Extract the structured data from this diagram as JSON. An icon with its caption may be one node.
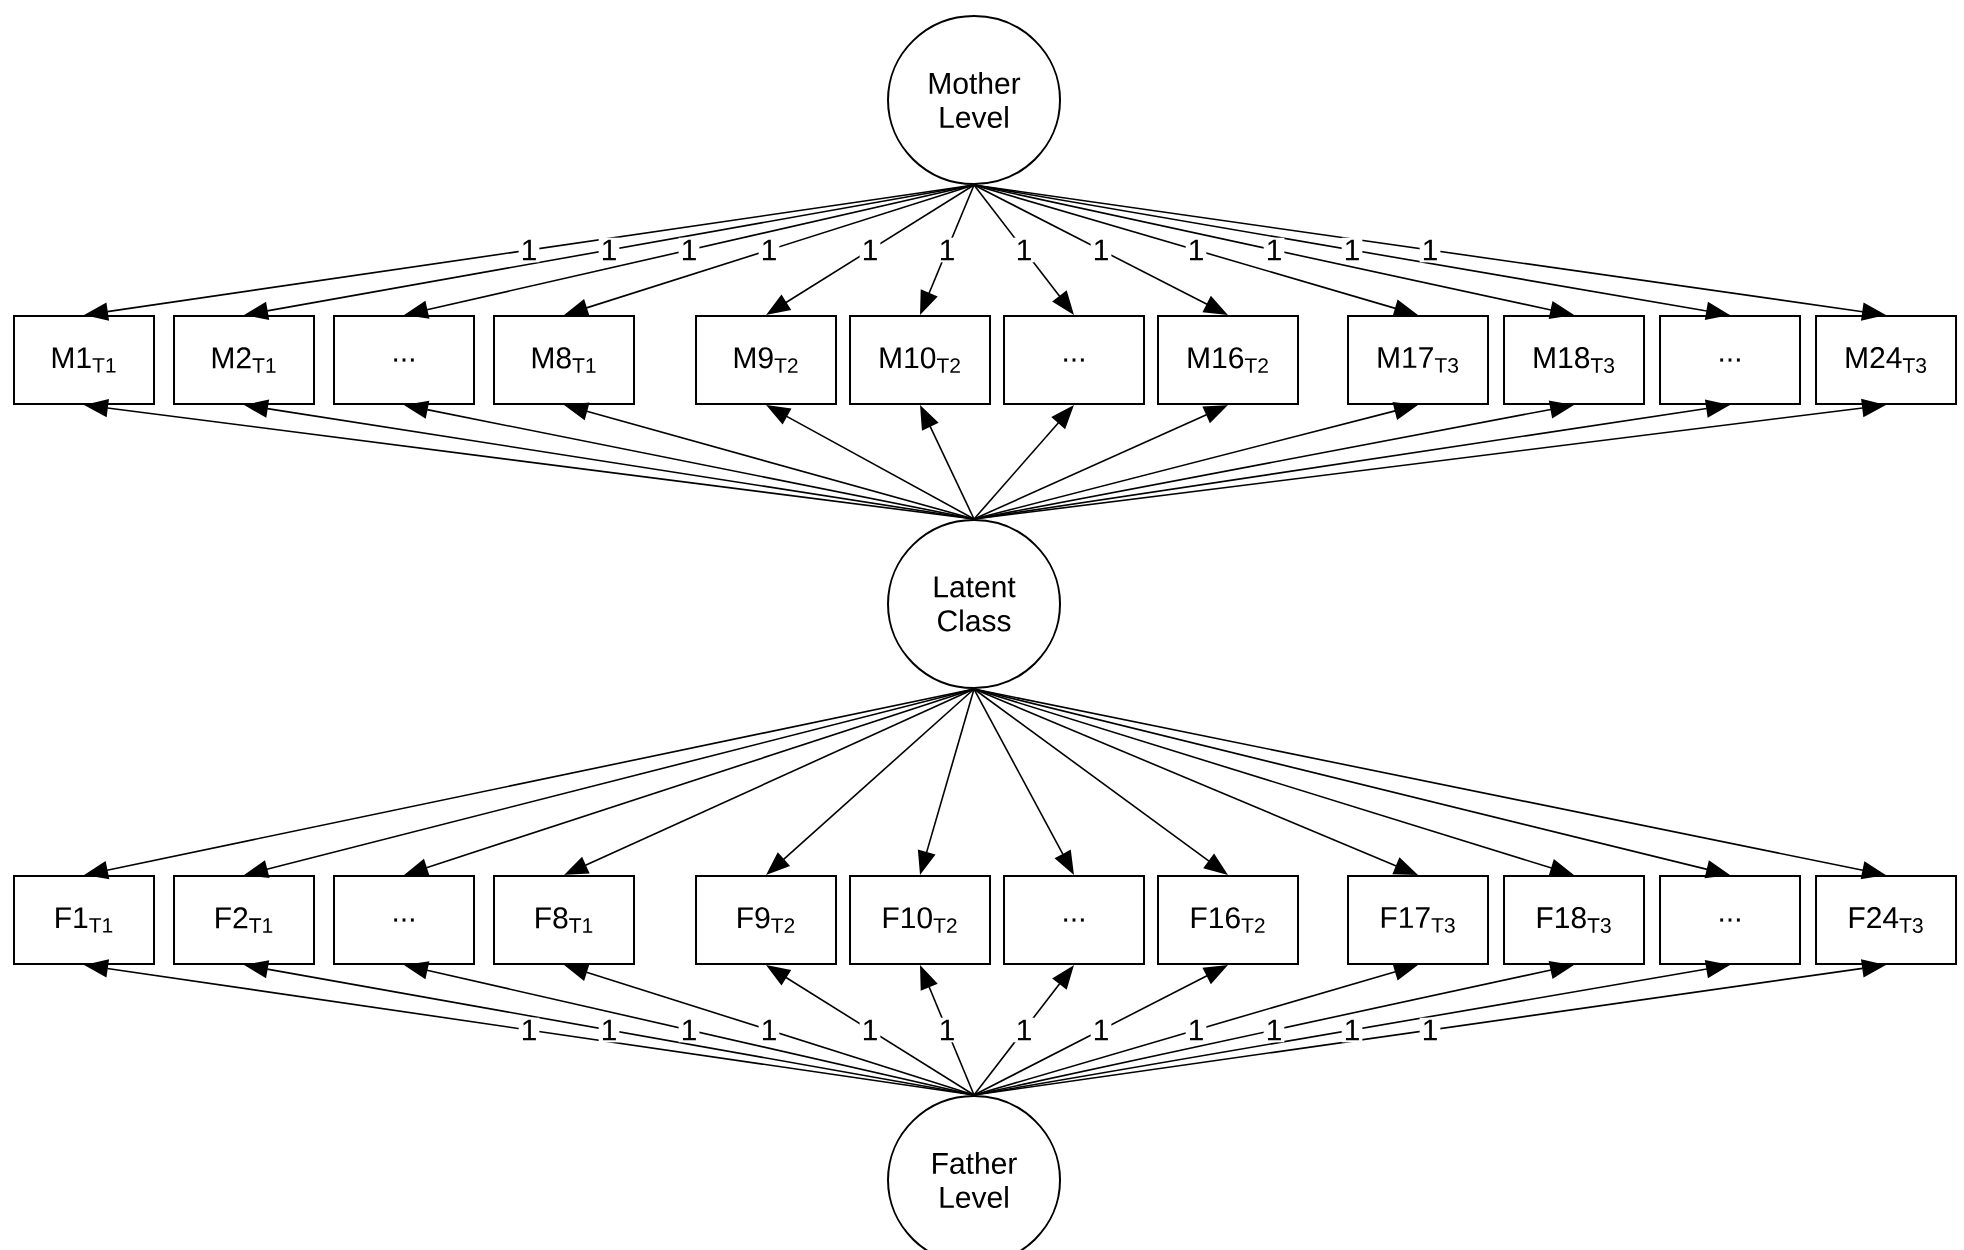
{
  "diagram": {
    "nodes": [
      {
        "text": [
          "Mother Level"
        ]
      },
      {
        "text": [
          "M1$_{T1}$"
        ]
      },
      {
        "text": [
          "M2$_{T1}$"
        ]
      },
      {
        "text": [
          "..."
        ]
      },
      {
        "text": [
          "M8$_{T1}$"
        ]
      },
      {
        "text": [
          "M9$_{T2}$"
        ]
      },
      {
        "text": [
          "M10$_{T2}$"
        ]
      },
      {
        "text": [
          "..."
        ]
      },
      {
        "text": [
          "M16$_{T2}$"
        ]
      },
      {
        "text": [
          "M17$_{T3}$"
        ]
      },
      {
        "text": [
          "M18$_{T3}$"
        ]
      },
      {
        "text": [
          "..."
        ]
      },
      {
        "text": [
          "M24$_{T3}$"
        ]
      },
      {
        "text": [
          "Latent Class"
        ]
      },
      {
        "text": [
          "F1$_{T1}$"
        ]
      },
      {
        "text": [
          "F2$_{T1}$"
        ]
      },
      {
        "text": [
          "..."
        ]
      },
      {
        "text": [
          "F8$_{T1}$"
        ]
      },
      {
        "text": [
          "F9$_{T2}$"
        ]
      },
      {
        "text": [
          "F10$_{T2}$"
        ]
      },
      {
        "text": [
          "..."
        ]
      },
      {
        "text": [
          "F16$_{T2}$"
        ]
      },
      {
        "text": [
          "F17$_{T3}$"
        ]
      },
      {
        "text": [
          "F18$_{T3}$"
        ]
      },
      {
        "text": [
          "..."
        ]
      },
      {
        "text": [
          "F24$_{T3}$"
        ]
      },
      {
        "text": [
          "Father Level"
        ]
      }
    ],
    "edges": [
      {
        "from": 0,
        "to": 1,
        "arrow": "to",
        "label": "1"
      },
      {
        "from": 0,
        "to": 2,
        "arrow": "to",
        "label": "1"
      },
      {
        "from": 0,
        "to": 3,
        "arrow": "to",
        "label": "1"
      },
      {
        "from": 0,
        "to": 4,
        "arrow": "to",
        "label": "1"
      },
      {
        "from": 0,
        "to": 5,
        "arrow": "to",
        "label": "1"
      },
      {
        "from": 0,
        "to": 6,
        "arrow": "to",
        "label": "1"
      },
      {
        "from": 0,
        "to": 7,
        "arrow": "to",
        "label": "1"
      },
      {
        "from": 0,
        "to": 8,
        "arrow": "to",
        "label": "1"
      },
      {
        "from": 0,
        "to": 9,
        "arrow": "to",
        "label": "1"
      },
      {
        "from": 0,
        "to": 10,
        "arrow": "to",
        "label": "1"
      },
      {
        "from": 0,
        "to": 11,
        "arrow": "to",
        "label": "1"
      },
      {
        "from": 0,
        "to": 12,
        "arrow": "to",
        "label": "1"
      },
      {
        "from": 13,
        "to": 1,
        "arrow": "to"
      },
      {
        "from": 13,
        "to": 2,
        "arrow": "to"
      },
      {
        "from": 13,
        "to": 3,
        "arrow": "to"
      },
      {
        "from": 13,
        "to": 4,
        "arrow": "to"
      },
      {
        "from": 13,
        "to": 5,
        "arrow": "to"
      },
      {
        "from": 13,
        "to": 6,
        "arrow": "to"
      },
      {
        "from": 13,
        "to": 7,
        "arrow": "to"
      },
      {
        "from": 13,
        "to": 8,
        "arrow": "to"
      },
      {
        "from": 13,
        "to": 9,
        "arrow": "to"
      },
      {
        "from": 13,
        "to": 10,
        "arrow": "to"
      },
      {
        "from": 13,
        "to": 11,
        "arrow": "to"
      },
      {
        "from": 13,
        "to": 12,
        "arrow": "to"
      },
      {
        "from": 13,
        "to": 14,
        "arrow": "to"
      },
      {
        "from": 13,
        "to": 15,
        "arrow": "to"
      },
      {
        "from": 13,
        "to": 16,
        "arrow": "to"
      },
      {
        "from": 13,
        "to": 17,
        "arrow": "to"
      },
      {
        "from": 13,
        "to": 18,
        "arrow": "to"
      },
      {
        "from": 13,
        "to": 19,
        "arrow": "to"
      },
      {
        "from": 13,
        "to": 20,
        "arrow": "to"
      },
      {
        "from": 13,
        "to": 21,
        "arrow": "to"
      },
      {
        "from": 13,
        "to": 22,
        "arrow": "to"
      },
      {
        "from": 13,
        "to": 23,
        "arrow": "to"
      },
      {
        "from": 13,
        "to": 24,
        "arrow": "to"
      },
      {
        "from": 13,
        "to": 25,
        "arrow": "to"
      },
      {
        "from": 26,
        "to": 14,
        "arrow": "to",
        "label": "1"
      },
      {
        "from": 26,
        "to": 15,
        "arrow": "to",
        "label": "1"
      },
      {
        "from": 26,
        "to": 16,
        "arrow": "to",
        "label": "1"
      },
      {
        "from": 26,
        "to": 17,
        "arrow": "to",
        "label": "1"
      },
      {
        "from": 26,
        "to": 18,
        "arrow": "to",
        "label": "1"
      },
      {
        "from": 26,
        "to": 19,
        "arrow": "to",
        "label": "1"
      },
      {
        "from": 26,
        "to": 20,
        "arrow": "to",
        "label": "1"
      },
      {
        "from": 26,
        "to": 21,
        "arrow": "to",
        "label": "1"
      },
      {
        "from": 26,
        "to": 22,
        "arrow": "to",
        "label": "1"
      },
      {
        "from": 26,
        "to": 23,
        "arrow": "to",
        "label": "1"
      },
      {
        "from": 26,
        "to": 24,
        "arrow": "to",
        "label": "1"
      },
      {
        "from": 26,
        "to": 25,
        "arrow": "to",
        "label": "1"
      }
    ]
  }
}
